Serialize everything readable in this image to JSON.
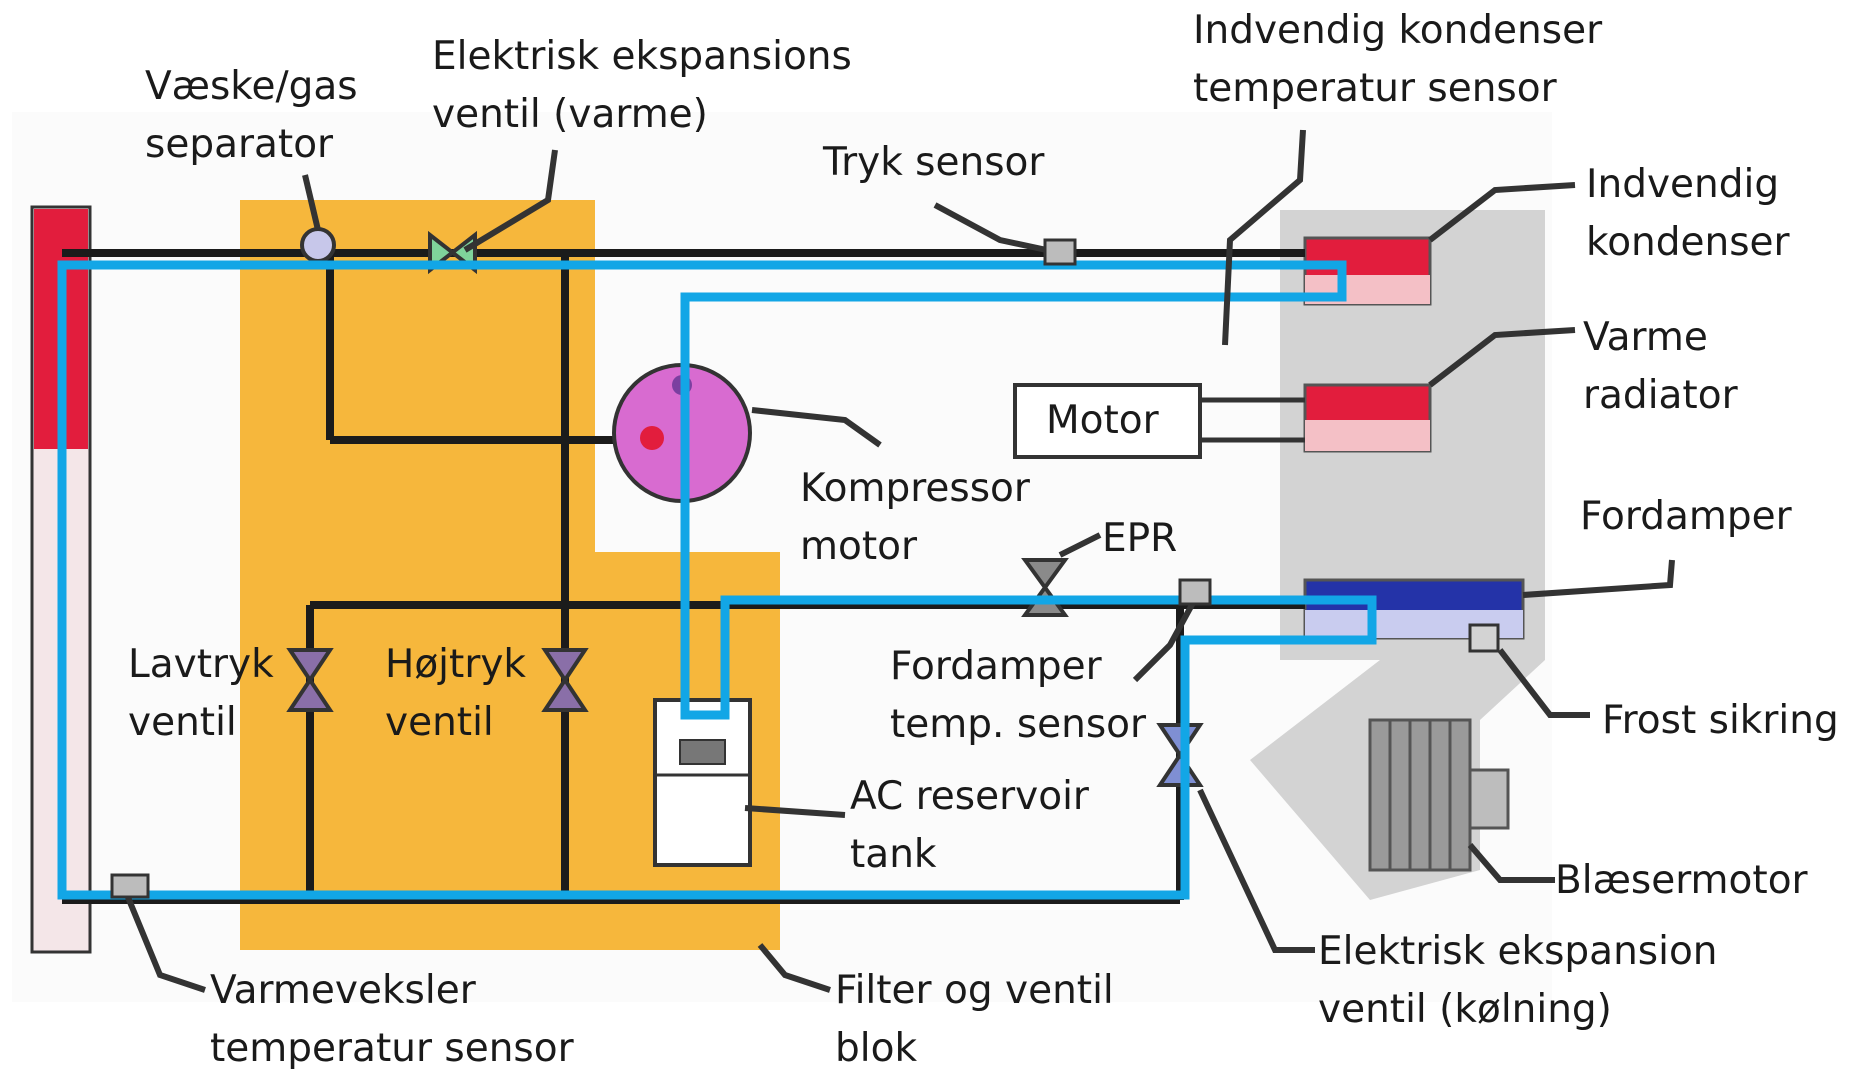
{
  "colors": {
    "loop": "#12a6e6",
    "block": "#f6b73c",
    "pipe": "#1b1b1b",
    "condenser": "#e21d3d",
    "evaporator": "#2433a8",
    "compressor": "#d86bd0",
    "housing": "#d3d3d3"
  },
  "labels": {
    "separator": [
      "Væske/gas",
      "separator"
    ],
    "expansion_heat": [
      "Elektrisk ekspansions",
      "ventil (varme)"
    ],
    "inner_condenser_sensor": [
      "Indvendig kondenser",
      "temperatur sensor"
    ],
    "pressure_sensor": [
      "Tryk sensor"
    ],
    "inner_condenser": [
      "Indvendig",
      "kondenser"
    ],
    "heater_core": [
      "Varme",
      "radiator"
    ],
    "motor": [
      "Motor"
    ],
    "compressor_motor": [
      "Kompressor",
      "motor"
    ],
    "epr": [
      "EPR"
    ],
    "evaporator": [
      "Fordamper"
    ],
    "low_pressure_valve": [
      "Lavtryk",
      "ventil"
    ],
    "high_pressure_valve": [
      "Højtryk",
      "ventil"
    ],
    "evaporator_sensor": [
      "Fordamper",
      "temp. sensor"
    ],
    "frost_guard": [
      "Frost sikring"
    ],
    "ac_tank": [
      "AC reservoir",
      "tank"
    ],
    "blower_motor": [
      "Blæsermotor"
    ],
    "expansion_cool": [
      "Elektrisk ekspansion",
      "ventil (kølning)"
    ],
    "hx_sensor": [
      "Varmeveksler",
      "temperatur sensor"
    ],
    "filter_block": [
      "Filter og ventil",
      "blok"
    ]
  }
}
